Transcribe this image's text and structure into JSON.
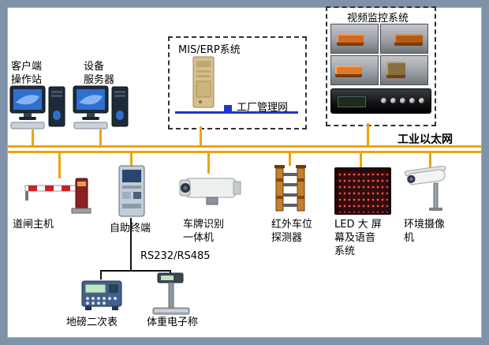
{
  "colors": {
    "frame": "#7e93aa",
    "ethernet_bus": "#f0a30a",
    "factory_net_line": "#2233cc",
    "led_panel_bg": "#330c0e",
    "led_dot": "#ff5246",
    "barrier_stripe": "#cc2222"
  },
  "top": {
    "client_station": {
      "label": "客户端\n操作站"
    },
    "device_server": {
      "label": "设备\n服务器"
    },
    "mis_erp": {
      "title": "MIS/ERP系统",
      "factory_net_label": "工厂管理网"
    },
    "video": {
      "title": "视频监控系统"
    }
  },
  "bus": {
    "label": "工业以太网"
  },
  "devices": {
    "barrier": {
      "label": "道闸主机"
    },
    "kiosk": {
      "label": "自助终端"
    },
    "lpr": {
      "label": "车牌识别\n一体机"
    },
    "ir_detector": {
      "label": "红外车位\n探测器"
    },
    "led_screen": {
      "label": "LED 大 屏\n幕及语音\n系统"
    },
    "env_camera": {
      "label": "环境摄像\n机"
    }
  },
  "serial": {
    "label": "RS232/RS485"
  },
  "sub_devices": {
    "weighbridge_meter": {
      "label": "地磅二次表"
    },
    "electronic_scale": {
      "label": "体重电子称"
    }
  },
  "icons": [
    "workstation-icon",
    "server-tower-icon",
    "camera-thumbnail-icon",
    "dvr-icon",
    "barrier-gate-icon",
    "kiosk-icon",
    "lpr-camera-icon",
    "ir-detector-icon",
    "led-screen-icon",
    "cctv-camera-icon",
    "weighbridge-indicator-icon",
    "platform-scale-icon",
    "network-connector-icon"
  ]
}
